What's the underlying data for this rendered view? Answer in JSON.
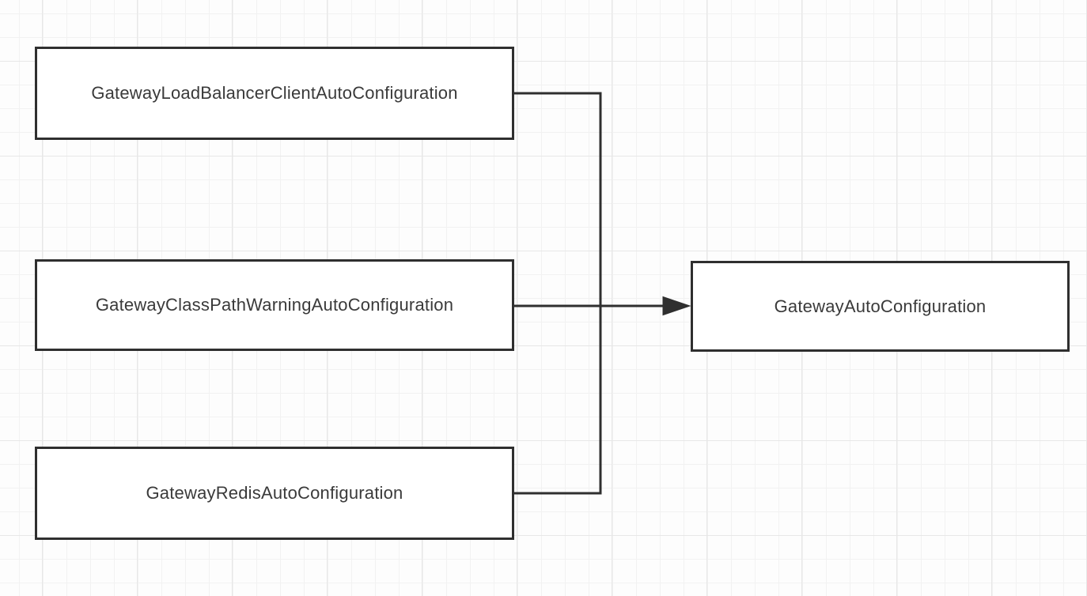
{
  "diagram": {
    "type": "flowchart",
    "background": "grid",
    "colors": {
      "canvas_background": "#fdfdfd",
      "grid_minor": "#f2f2f2",
      "grid_major": "#e7e7e7",
      "node_fill": "#ffffff",
      "node_border": "#2f2f2f",
      "edge_stroke": "#2f2f2f",
      "label_text": "#3a3a3a"
    },
    "nodes": [
      {
        "id": "gateway-load-balancer-client-auto-configuration",
        "label": "GatewayLoadBalancerClientAutoConfiguration"
      },
      {
        "id": "gateway-class-path-warning-auto-configuration",
        "label": "GatewayClassPathWarningAutoConfiguration"
      },
      {
        "id": "gateway-redis-auto-configuration",
        "label": "GatewayRedisAutoConfiguration"
      },
      {
        "id": "gateway-auto-configuration",
        "label": "GatewayAutoConfiguration"
      }
    ],
    "edges": [
      {
        "from": "GatewayLoadBalancerClientAutoConfiguration",
        "to": "GatewayAutoConfiguration",
        "routing": "orthogonal",
        "arrow": "target"
      },
      {
        "from": "GatewayClassPathWarningAutoConfiguration",
        "to": "GatewayAutoConfiguration",
        "routing": "orthogonal",
        "arrow": "target"
      },
      {
        "from": "GatewayRedisAutoConfiguration",
        "to": "GatewayAutoConfiguration",
        "routing": "orthogonal",
        "arrow": "target"
      }
    ]
  }
}
